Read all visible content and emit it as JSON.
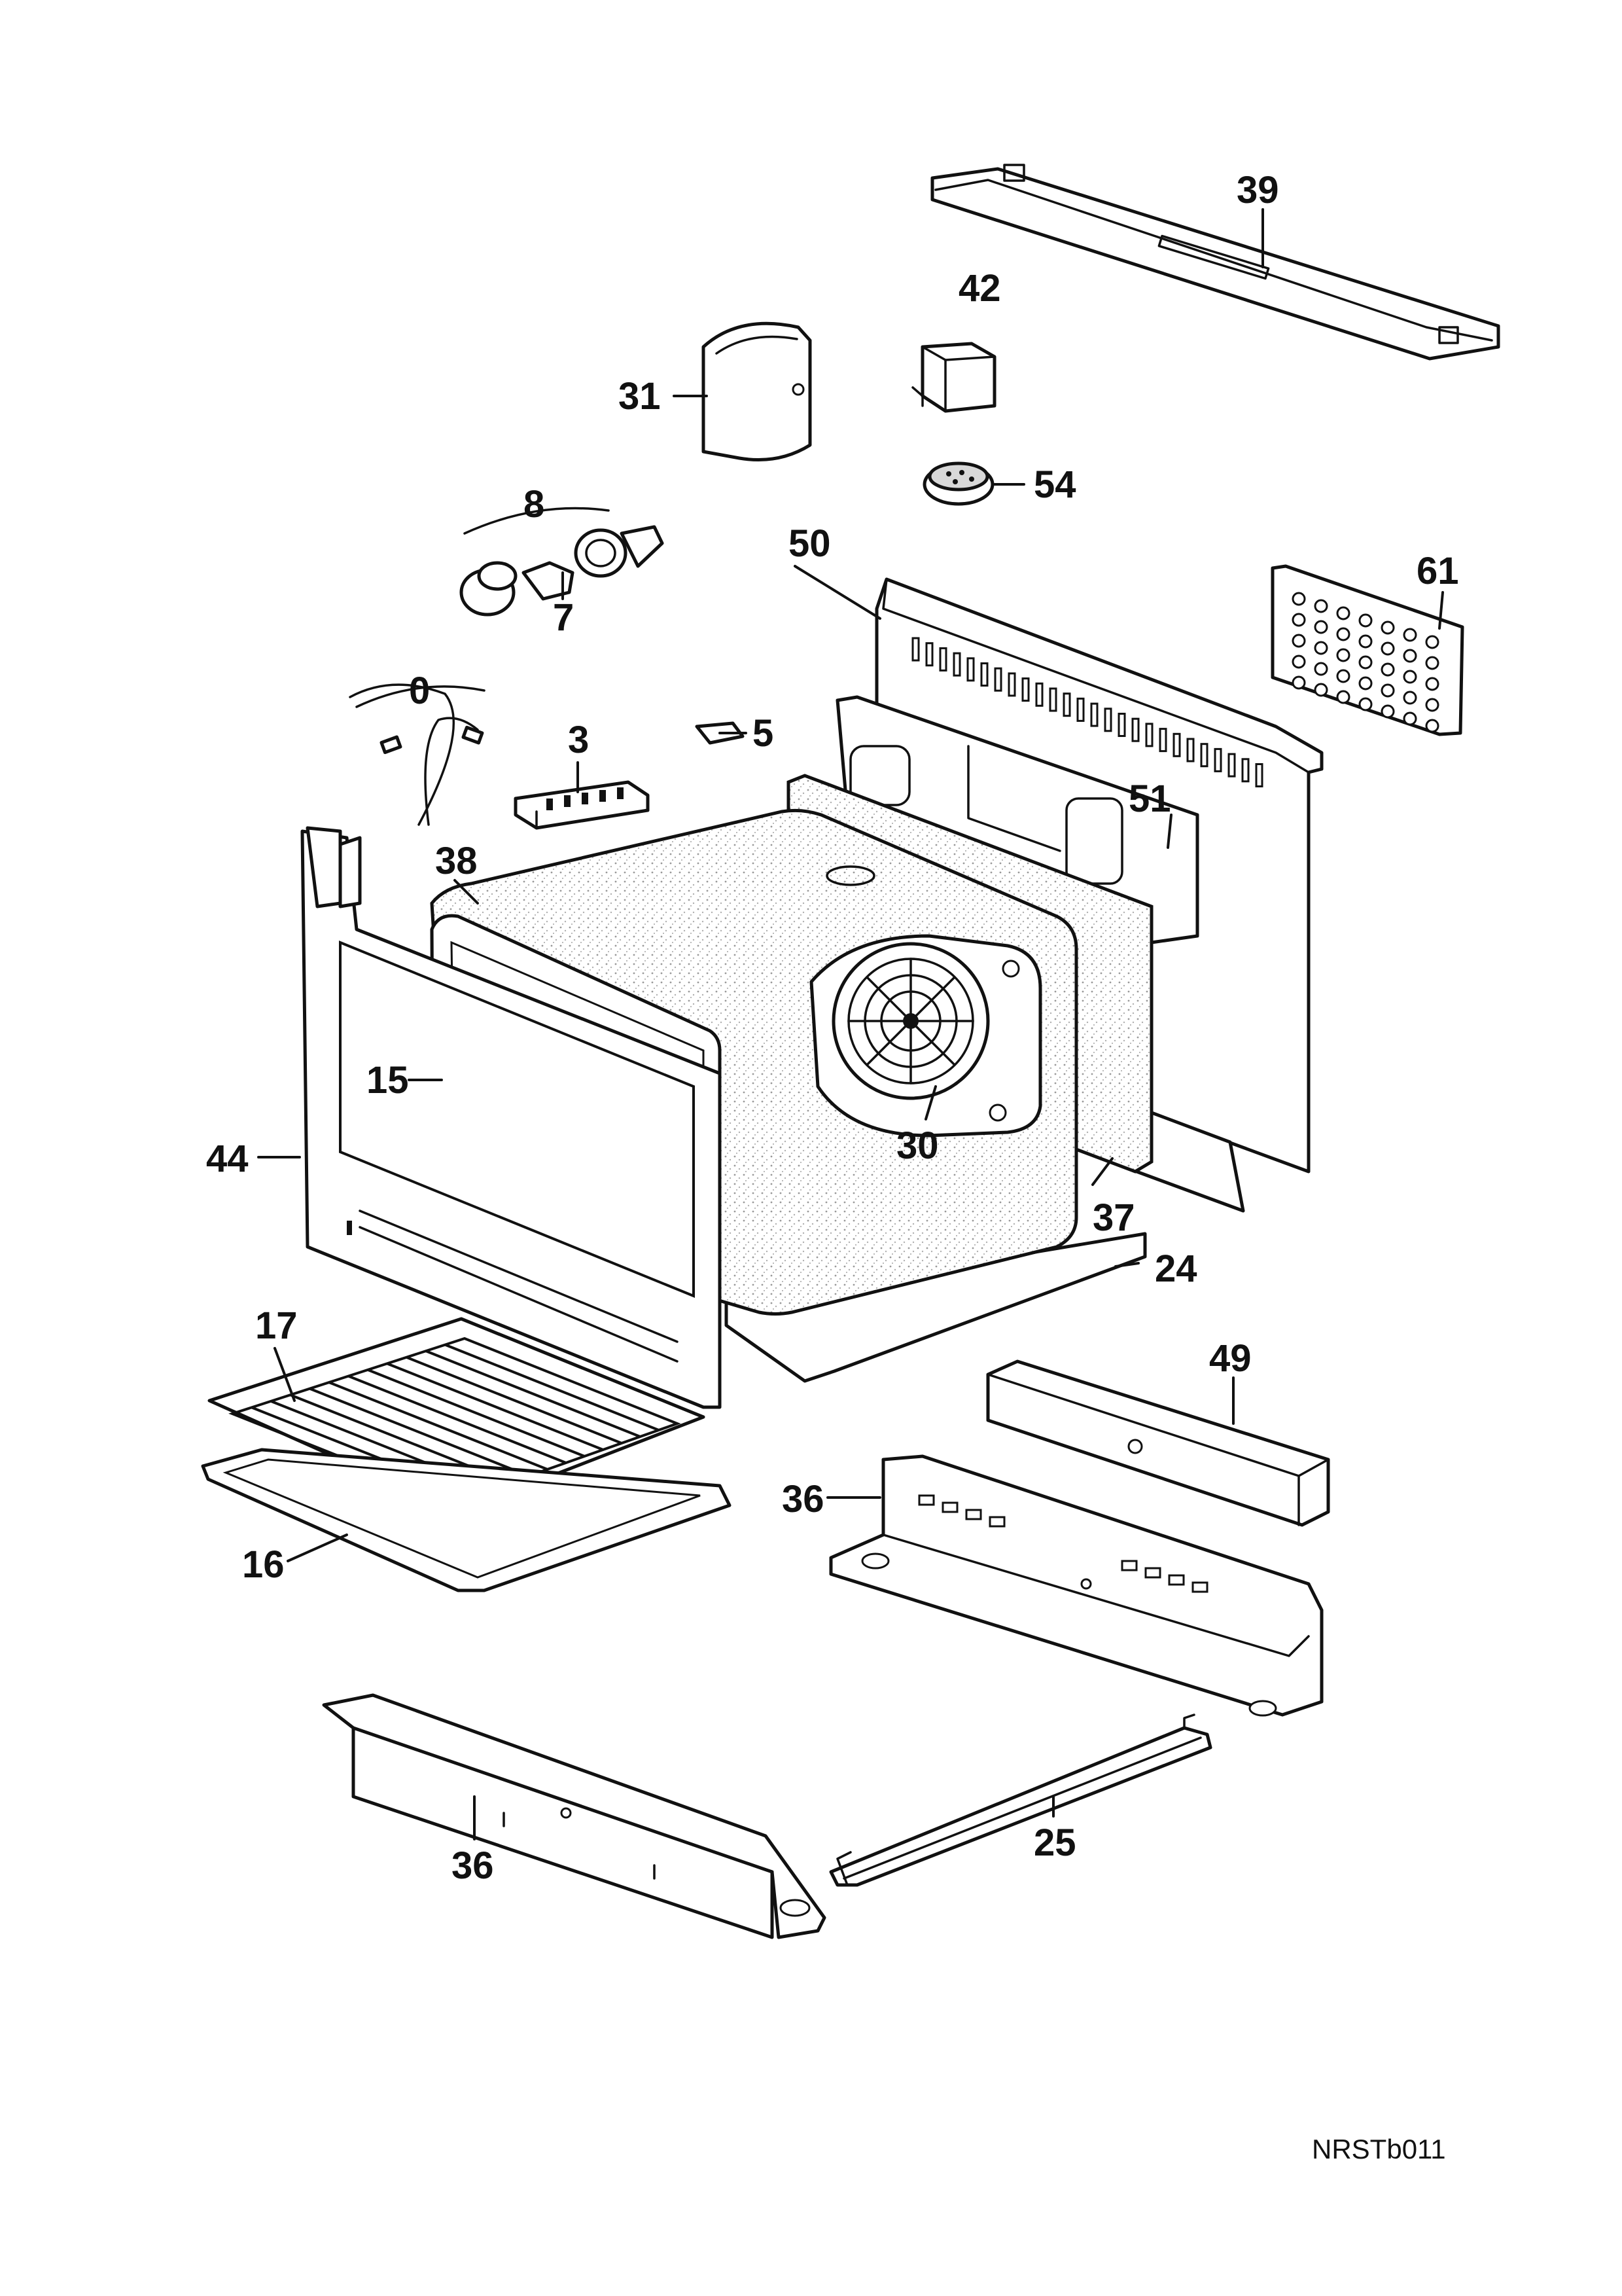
{
  "callouts": {
    "c0": "0",
    "c3": "3",
    "c5": "5",
    "c7": "7",
    "c8": "8",
    "c15": "15",
    "c16": "16",
    "c17": "17",
    "c24": "24",
    "c25": "25",
    "c30": "30",
    "c31": "31",
    "c36a": "36",
    "c36b": "36",
    "c37": "37",
    "c38": "38",
    "c39": "39",
    "c42": "42",
    "c44": "44",
    "c49": "49",
    "c50": "50",
    "c51": "51",
    "c54": "54",
    "c61": "61"
  },
  "drawing_code": "NRSTb011"
}
